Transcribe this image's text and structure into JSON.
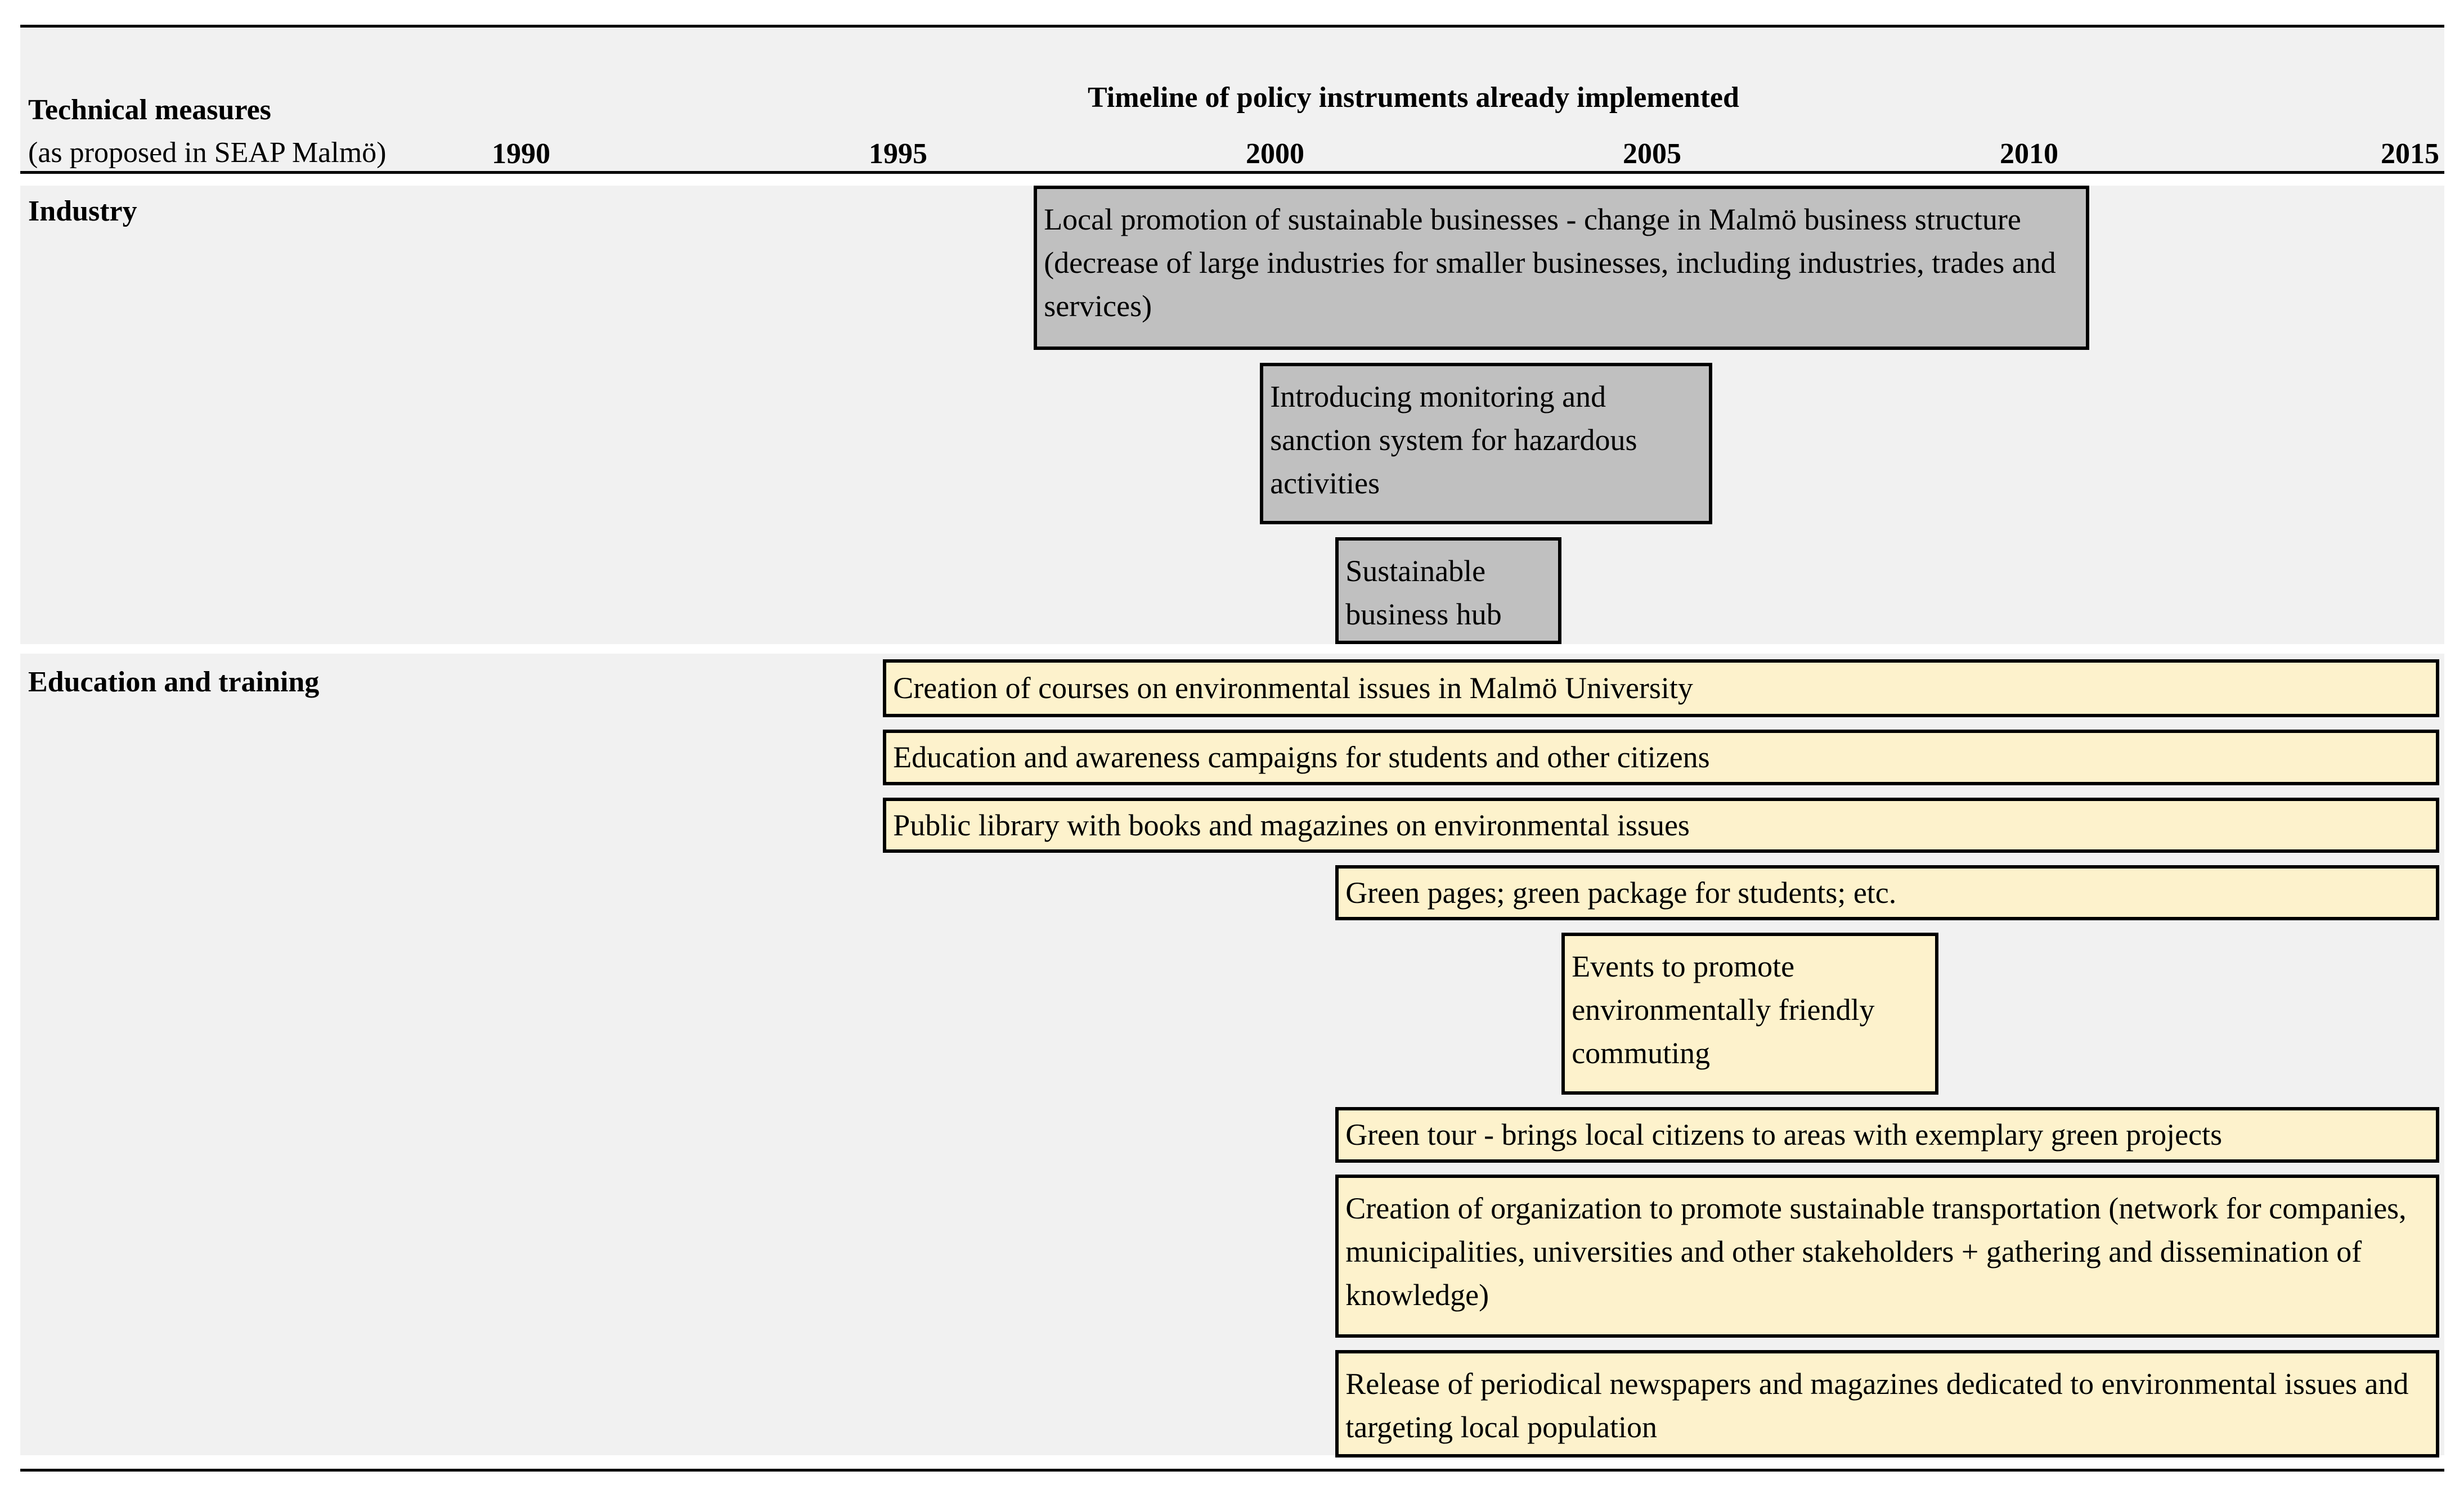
{
  "header": {
    "col_title": "Technical measures",
    "col_subtitle": "(as proposed in SEAP Malmö)",
    "timeline_title": "Timeline of policy instruments already implemented",
    "years": [
      "1990",
      "1995",
      "2000",
      "2005",
      "2010",
      "2015"
    ]
  },
  "sections": [
    {
      "label": "Industry",
      "bars": [
        {
          "text": "Local promotion of sustainable businesses - change in Malmö business structure (decrease of large industries for smaller businesses, including industries, trades and services)",
          "start": 1996.8,
          "end": 2010.8,
          "style": "grey"
        },
        {
          "text": "Introducing monitoring and sanction system for hazardous activities",
          "start": 1999.8,
          "end": 2005.8,
          "style": "grey"
        },
        {
          "text": "Sustainable business hub",
          "start": 2000.8,
          "end": 2003.8,
          "style": "grey"
        }
      ]
    },
    {
      "label": "Education and training",
      "bars": [
        {
          "text": "Creation of courses on environmental issues in Malmö University",
          "start": 1994.8,
          "end": 2015,
          "style": "cream"
        },
        {
          "text": "Education and awareness campaigns for students and other citizens",
          "start": 1994.8,
          "end": 2015,
          "style": "cream"
        },
        {
          "text": "Public library with books and magazines on environmental issues",
          "start": 1994.8,
          "end": 2015,
          "style": "cream"
        },
        {
          "text": "Green pages; green package for students; etc.",
          "start": 2000.8,
          "end": 2015,
          "style": "cream"
        },
        {
          "text": "Events to promote environmentally friendly commuting",
          "start": 2003.8,
          "end": 2008.8,
          "style": "cream"
        },
        {
          "text": "Green tour - brings local citizens to areas with exemplary green projects",
          "start": 2000.8,
          "end": 2015,
          "style": "cream"
        },
        {
          "text": "Creation of organization to promote sustainable transportation (network for companies, municipalities, universities and other stakeholders + gathering and dissemination of knowledge)",
          "start": 2000.8,
          "end": 2015,
          "style": "cream"
        },
        {
          "text": "Release of periodical newspapers and magazines dedicated to environmental issues and targeting local population",
          "start": 2000.8,
          "end": 2015,
          "style": "cream"
        }
      ]
    }
  ]
}
